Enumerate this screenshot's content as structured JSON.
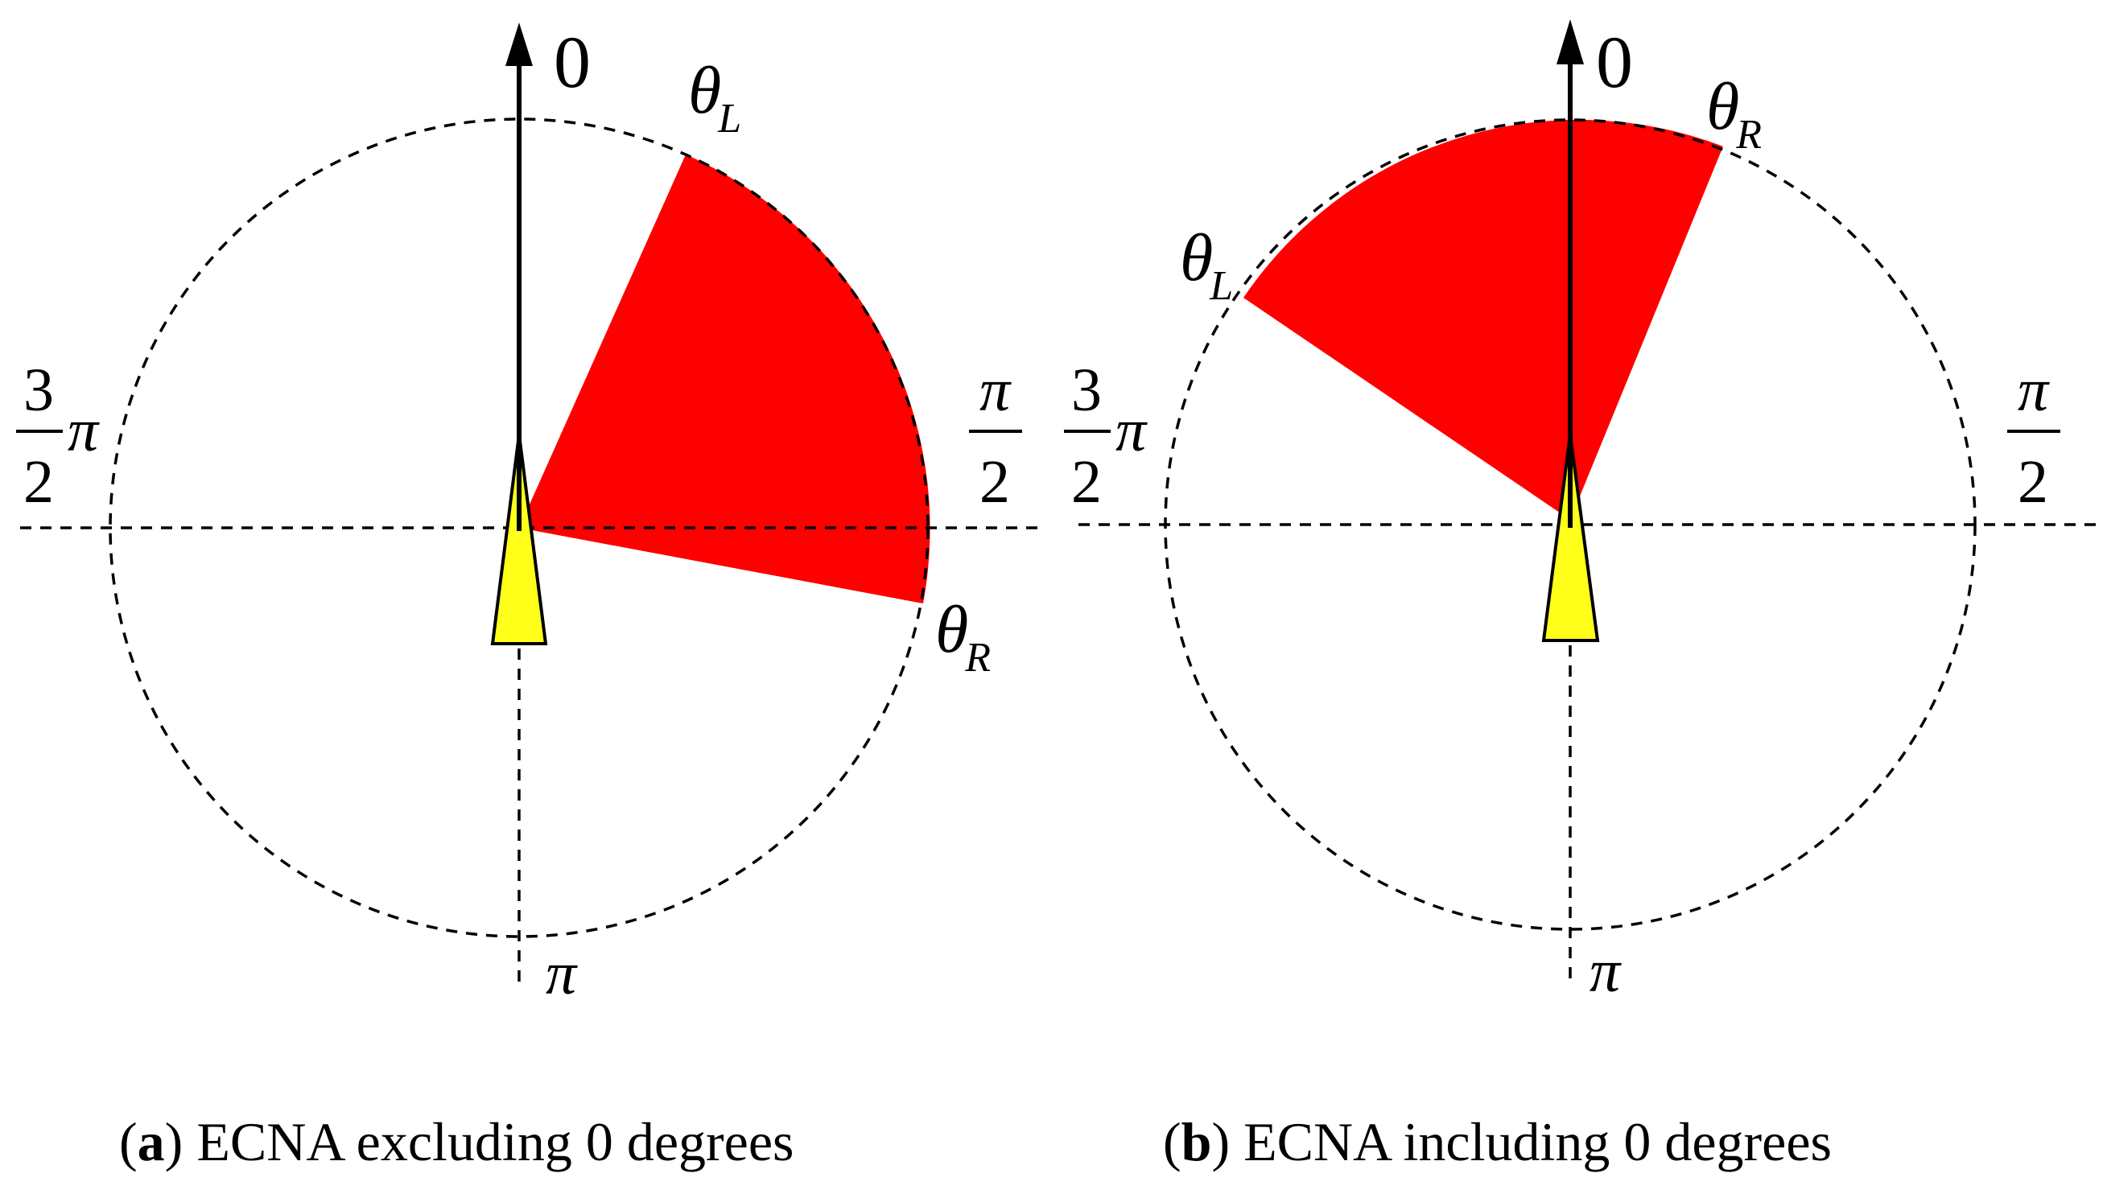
{
  "panels": [
    {
      "id": "a",
      "caption": {
        "letter": "a",
        "text": "ECNA excluding 0 degrees"
      },
      "labels": {
        "top": "0",
        "right_numerator": "π",
        "right_denominator": "2",
        "left_numerator": "3",
        "left_denominator": "2",
        "left_symbol": "π",
        "bottom": "π",
        "theta_symbol": "θ",
        "theta_left_subscript": "L",
        "theta_right_subscript": "R"
      }
    },
    {
      "id": "b",
      "caption": {
        "letter": "b",
        "text": "ECNA including 0 degrees"
      },
      "labels": {
        "top": "0",
        "right_numerator": "π",
        "right_denominator": "2",
        "left_numerator": "3",
        "left_denominator": "2",
        "left_symbol": "π",
        "bottom": "π",
        "theta_symbol": "θ",
        "theta_left_subscript": "L",
        "theta_right_subscript": "R"
      }
    }
  ],
  "colors": {
    "sector": "#ff0000",
    "vehicle": "#ffff1a",
    "lines": "#000000",
    "background": "#ffffff"
  }
}
